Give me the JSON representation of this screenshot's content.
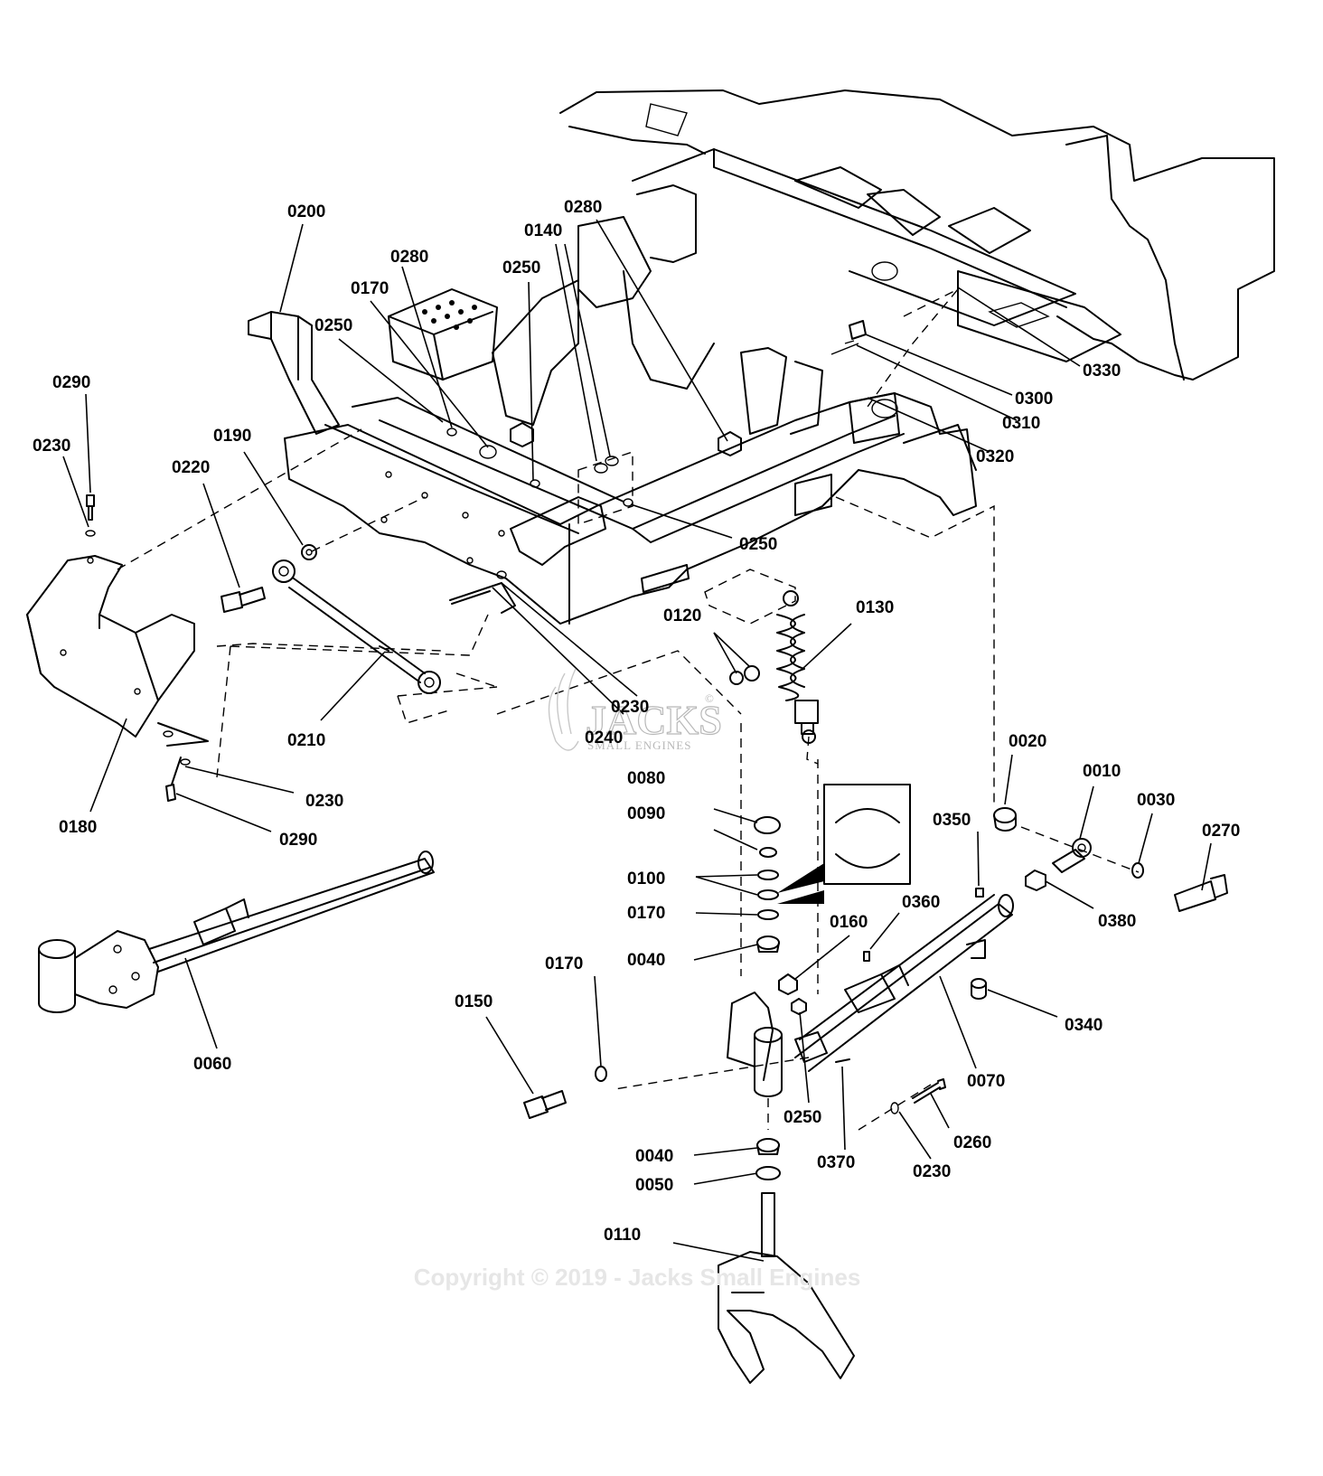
{
  "labels": {
    "l0010": "0010",
    "l0020": "0020",
    "l0030": "0030",
    "l0040a": "0040",
    "l0040b": "0040",
    "l0050": "0050",
    "l0060": "0060",
    "l0070": "0070",
    "l0080": "0080",
    "l0090": "0090",
    "l0100": "0100",
    "l0110": "0110",
    "l0120": "0120",
    "l0130": "0130",
    "l0140": "0140",
    "l0150": "0150",
    "l0160": "0160",
    "l0170a": "0170",
    "l0170b": "0170",
    "l0170c": "0170",
    "l0180": "0180",
    "l0190": "0190",
    "l0200": "0200",
    "l0210": "0210",
    "l0220": "0220",
    "l0230a": "0230",
    "l0230b": "0230",
    "l0230c": "0230",
    "l0230d": "0230",
    "l0240": "0240",
    "l0250a": "0250",
    "l0250b": "0250",
    "l0250c": "0250",
    "l0250d": "0250",
    "l0260": "0260",
    "l0270": "0270",
    "l0280a": "0280",
    "l0280b": "0280",
    "l0290a": "0290",
    "l0290b": "0290",
    "l0300": "0300",
    "l0310": "0310",
    "l0320": "0320",
    "l0330": "0330",
    "l0340": "0340",
    "l0350": "0350",
    "l0360": "0360",
    "l0370": "0370",
    "l0380": "0380"
  },
  "watermark": {
    "logo_text": "JACKS",
    "logo_subtext": "SMALL ENGINES",
    "registered_mark": "©",
    "copyright": "Copyright © 2019 - Jacks Small Engines"
  }
}
